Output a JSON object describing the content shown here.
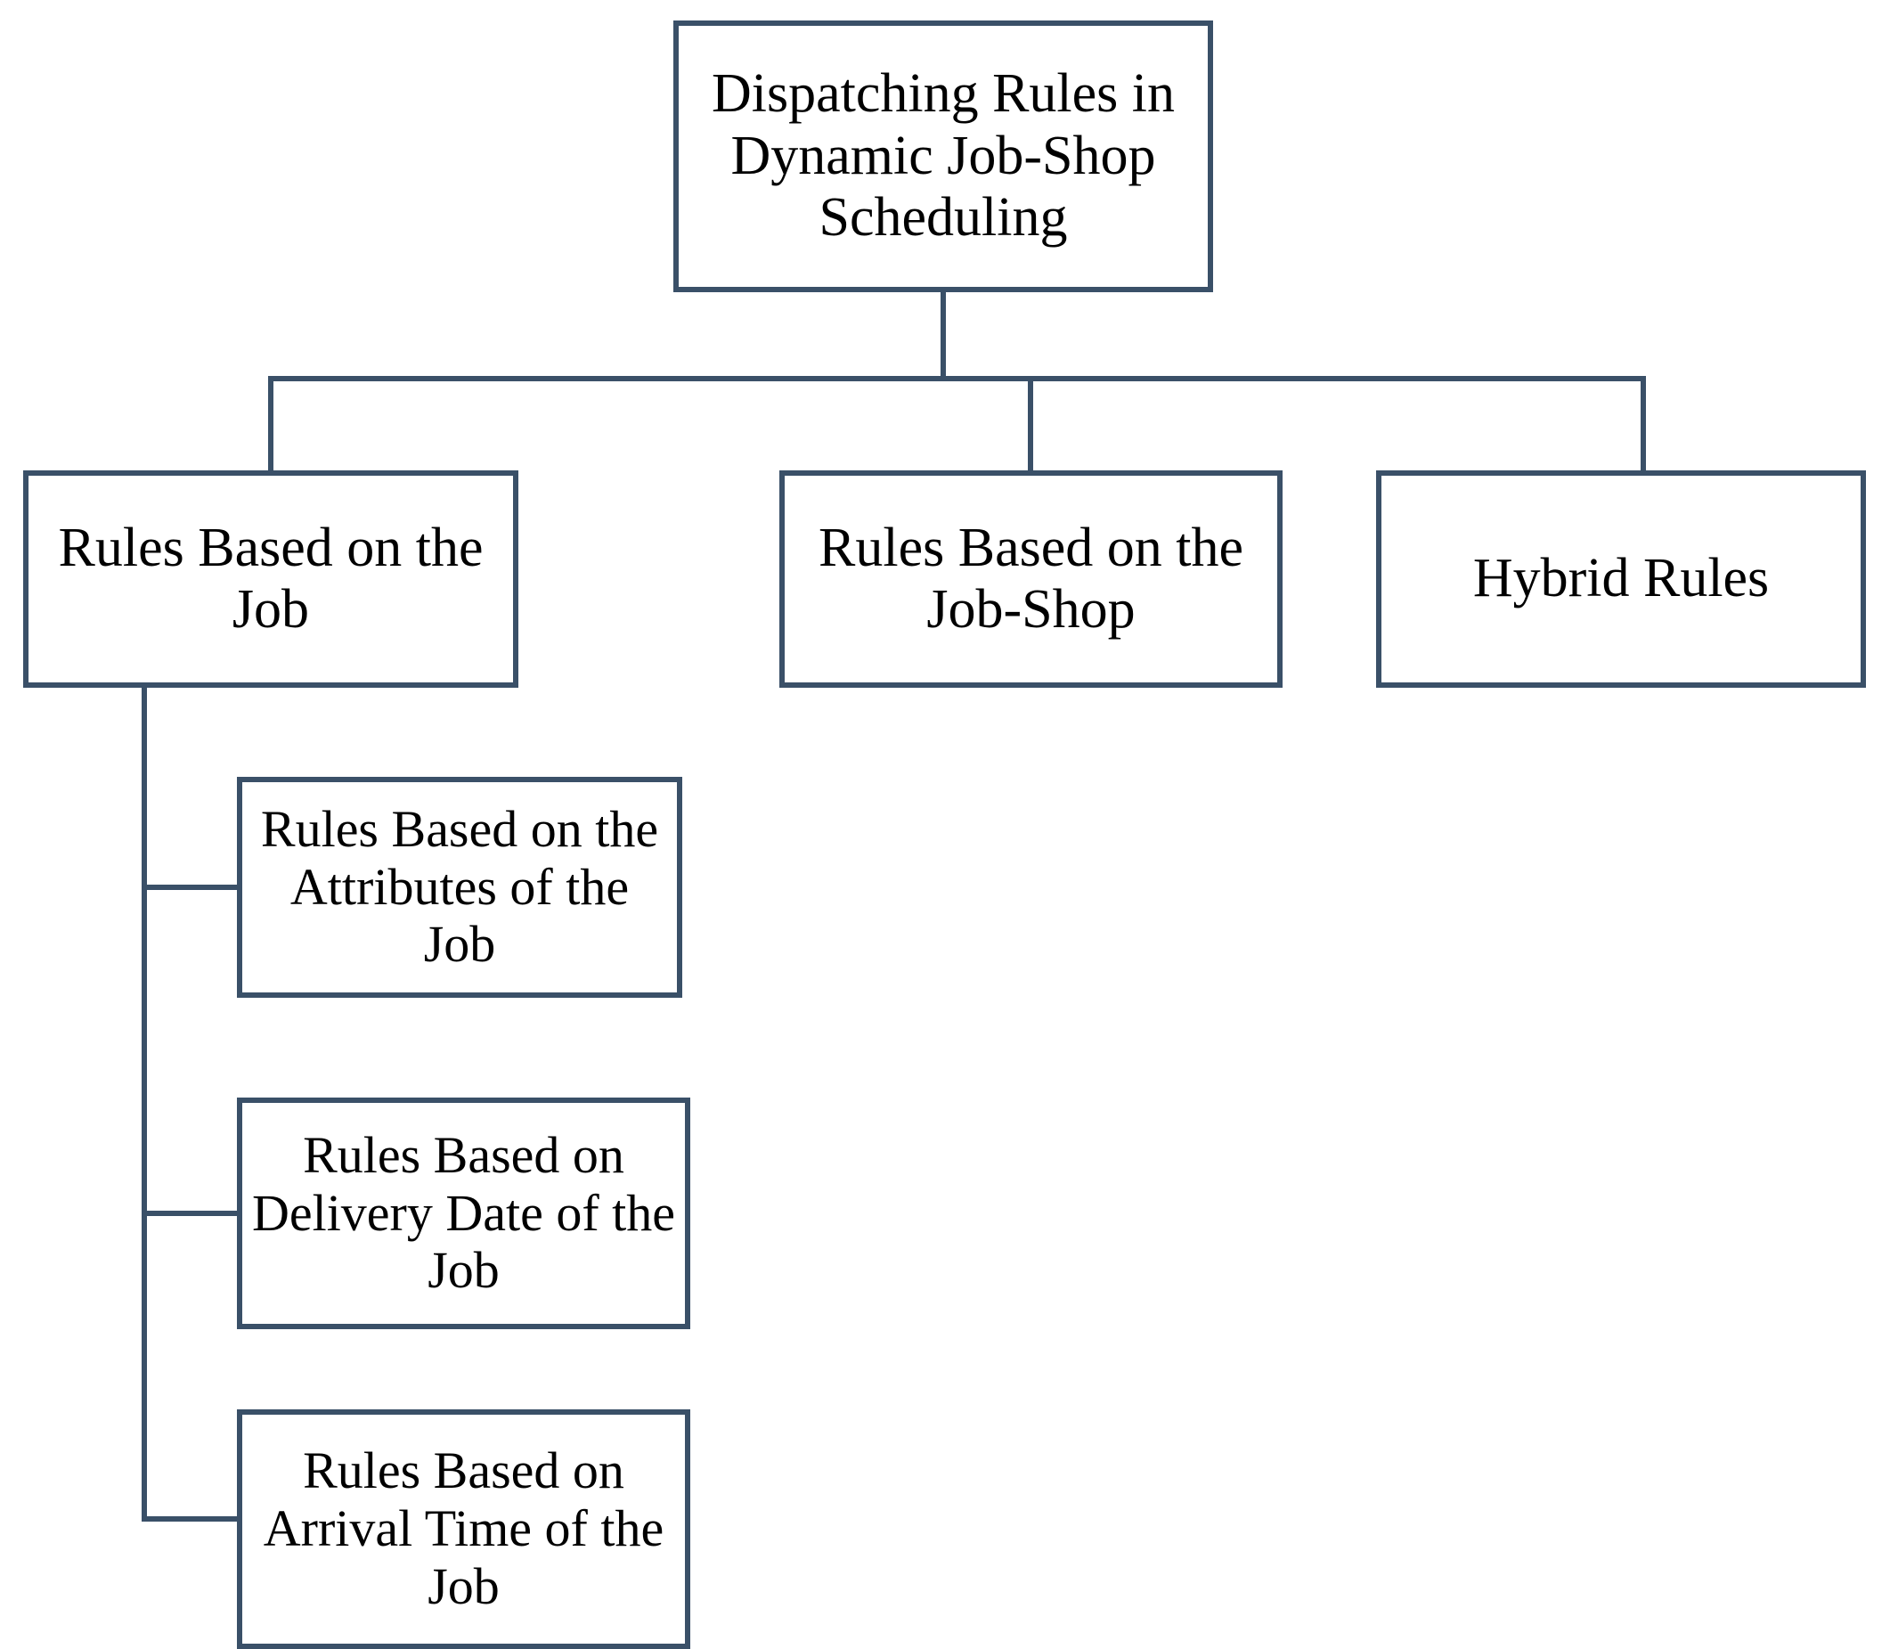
{
  "diagram": {
    "type": "hierarchy-tree",
    "orientation": "top-down-with-left-spine",
    "accent_color": "#3a5068",
    "background_color": "#ffffff",
    "text_color": "#000000",
    "nodes": {
      "root": {
        "label": "Dispatching Rules in Dynamic Job-Shop Scheduling",
        "level": 1
      },
      "job": {
        "label": "Rules Based on the Job",
        "level": 2
      },
      "job_shop": {
        "label": "Rules Based on the Job-Shop",
        "level": 2
      },
      "hybrid": {
        "label": "Hybrid Rules",
        "level": 2
      },
      "attributes": {
        "label": "Rules Based on the Attributes of the Job",
        "level": 3
      },
      "delivery_date": {
        "label": "Rules Based on Delivery Date of the Job",
        "level": 3
      },
      "arrival_time": {
        "label": "Rules Based on Arrival Time of the Job",
        "level": 3
      }
    },
    "edges": [
      {
        "from": "root",
        "to": "job"
      },
      {
        "from": "root",
        "to": "job_shop"
      },
      {
        "from": "root",
        "to": "hybrid"
      },
      {
        "from": "job",
        "to": "attributes"
      },
      {
        "from": "job",
        "to": "delivery_date"
      },
      {
        "from": "job",
        "to": "arrival_time"
      }
    ]
  }
}
